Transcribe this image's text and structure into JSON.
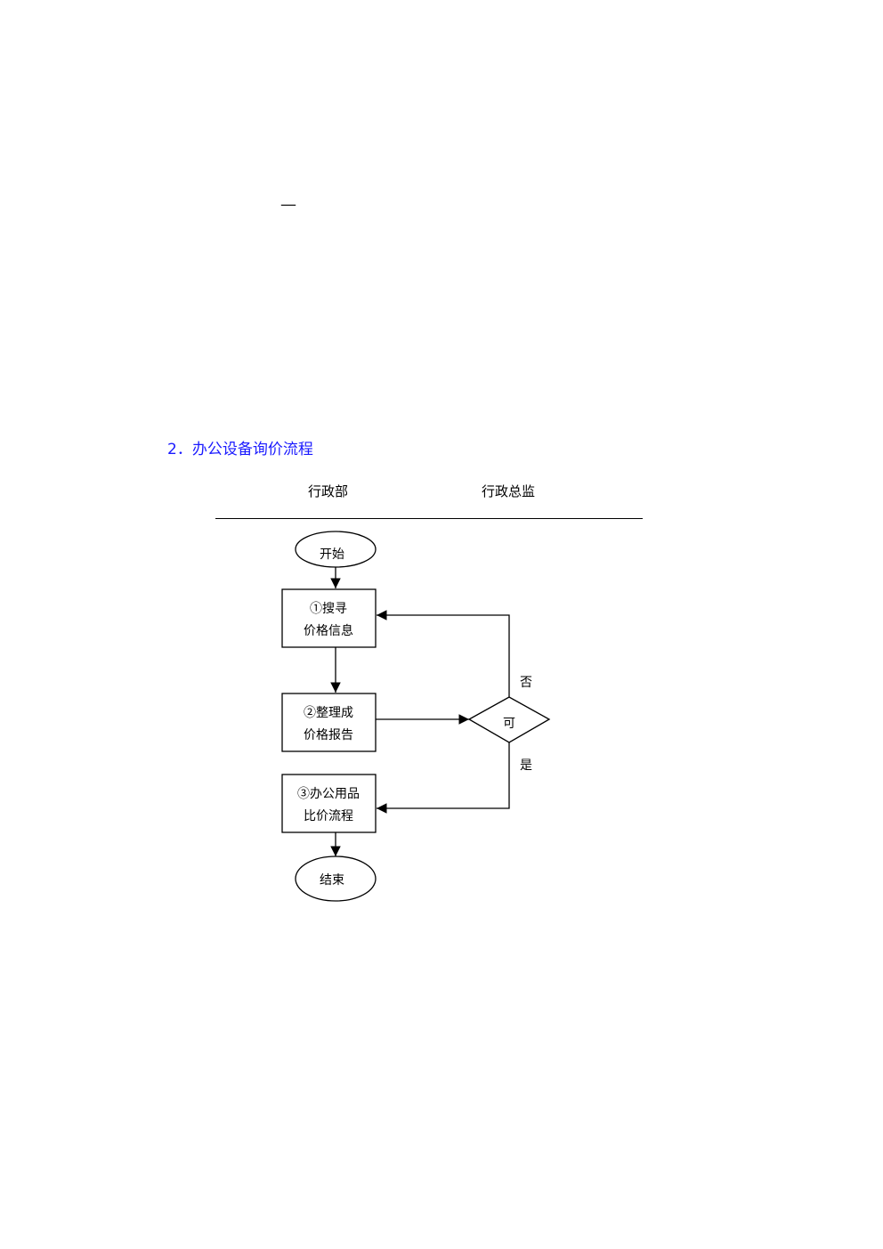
{
  "page": {
    "stray_mark": "—",
    "section_title": "2．办公设备询价流程"
  },
  "lanes": {
    "left": "行政部",
    "right": "行政总监"
  },
  "flow": {
    "start": "开始",
    "step1_line1": "①搜寻",
    "step1_line2": "价格信息",
    "step2_line1": "②整理成",
    "step2_line2": "价格报告",
    "decision": "可",
    "no_label": "否",
    "yes_label": "是",
    "step3_line1": "③办公用品",
    "step3_line2": "比价流程",
    "end": "结束"
  },
  "colors": {
    "title": "#1a1aff",
    "stroke": "#000000"
  }
}
